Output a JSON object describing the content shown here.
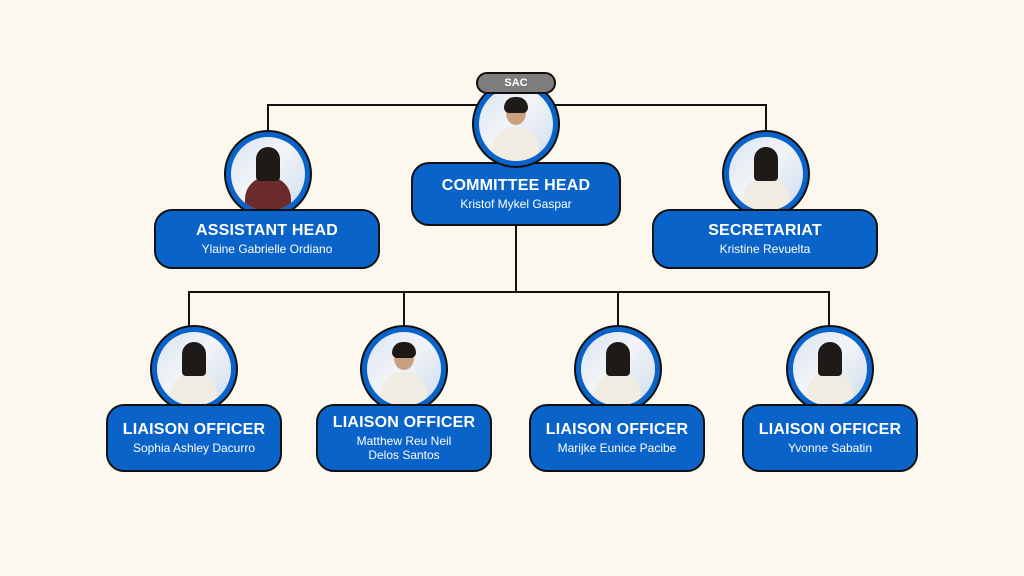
{
  "badge": "SAC",
  "head": {
    "role": "COMMITTEE HEAD",
    "name": "Kristof Mykel Gaspar"
  },
  "assistant": {
    "role": "ASSISTANT HEAD",
    "name": "Ylaine Gabrielle Ordiano"
  },
  "secretariat": {
    "role": "SECRETARIAT",
    "name": "Kristine Revuelta"
  },
  "liaisons": [
    {
      "role": "LIAISON OFFICER",
      "name": "Sophia Ashley Dacurro"
    },
    {
      "role": "LIAISON OFFICER",
      "name": "Matthew Reu Neil",
      "name2": "Delos Santos"
    },
    {
      "role": "LIAISON OFFICER",
      "name": "Marijke Eunice Pacibe"
    },
    {
      "role": "LIAISON OFFICER",
      "name": "Yvonne Sabatin"
    }
  ],
  "colors": {
    "card": "#0a63c9",
    "background": "#fdf8ee",
    "badge": "#7d7d7d"
  }
}
